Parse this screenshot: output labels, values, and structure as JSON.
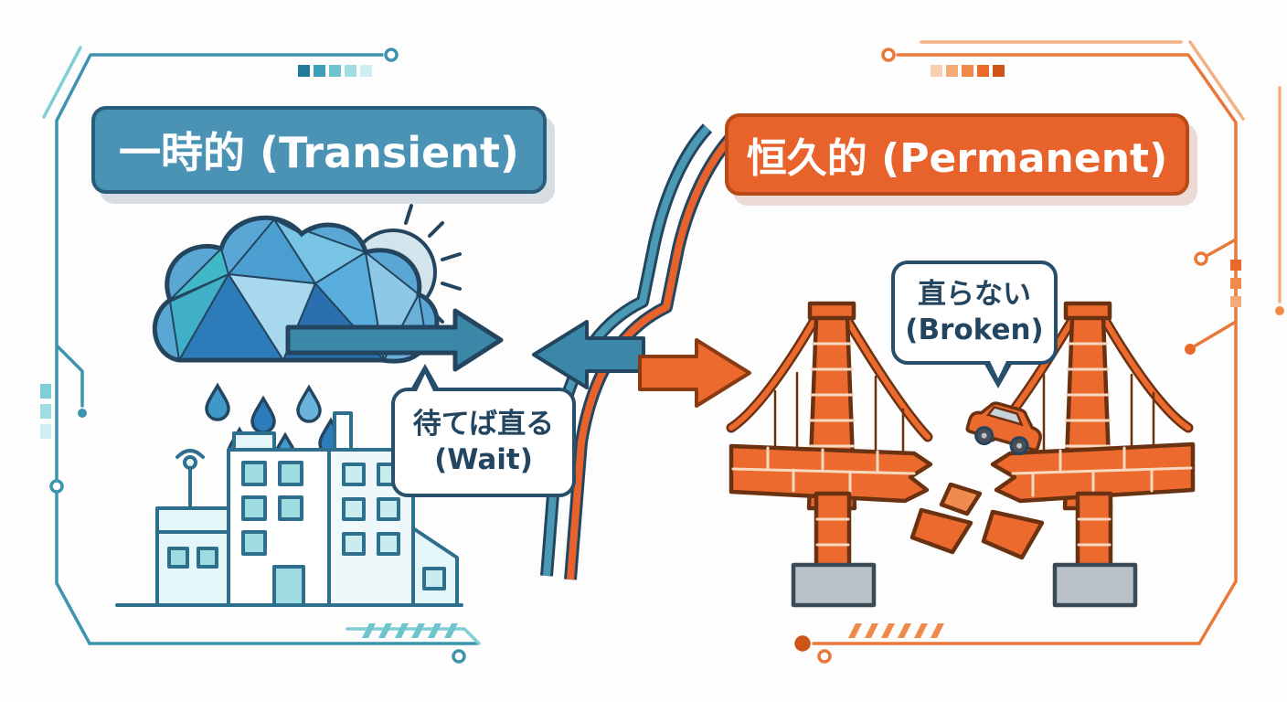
{
  "diagram": {
    "left": {
      "title": "一時的 (Transient)",
      "bubble": {
        "line1": "待てば直る",
        "line2": "(Wait)"
      }
    },
    "right": {
      "title": "恒久的 (Permanent)",
      "bubble": {
        "line1": "直らない",
        "line2": "(Broken)"
      }
    }
  },
  "colors": {
    "teal": "#4b93b5",
    "teal_dark": "#2a5d7c",
    "teal_light": "#7fcfd4",
    "blue": "#2d7bb8",
    "navy": "#24455f",
    "orange": "#e8622c",
    "orange_dark": "#b84a18",
    "orange_light": "#f2a470",
    "grey": "#b9c2c9",
    "background": "#fdfdfd"
  },
  "icons": {
    "left_panel": [
      "sun-icon",
      "rain-cloud-icon",
      "rain-drops-icon",
      "arrow-through-cloud-icon",
      "building-icon"
    ],
    "center": [
      "lightning-divider",
      "left-arrow-icon",
      "right-arrow-icon"
    ],
    "right_panel": [
      "broken-bridge-icon",
      "car-icon"
    ],
    "frame": [
      "circuit-frame-left",
      "circuit-frame-right"
    ]
  }
}
